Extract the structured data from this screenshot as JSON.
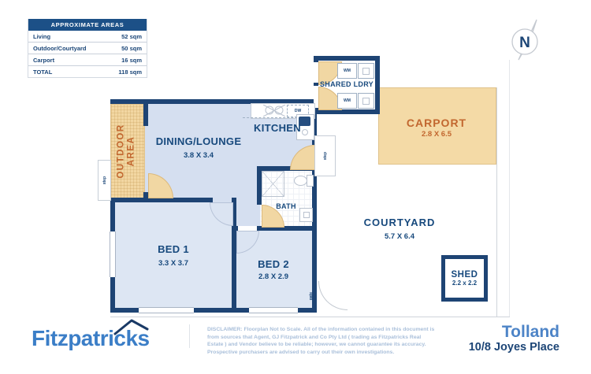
{
  "areas_table": {
    "header": "APPROXIMATE AREAS",
    "rows": [
      {
        "label": "Living",
        "value": "52 sqm"
      },
      {
        "label": "Outdoor/Courtyard",
        "value": "50 sqm"
      },
      {
        "label": "Carport",
        "value": "16 sqm"
      },
      {
        "label": "TOTAL",
        "value": "118 sqm"
      }
    ]
  },
  "compass": {
    "label": "N"
  },
  "plan": {
    "outdoor": {
      "line1": "OUTDOOR",
      "line2": "AREA"
    },
    "dining": {
      "name": "DINING/LOUNGE",
      "dims": "3.8 X 3.4"
    },
    "kitchen": {
      "name": "KITCHEN"
    },
    "laundry": {
      "name": "SHARED LDRY",
      "wm": "WM",
      "dw": "DW"
    },
    "carport": {
      "name": "CARPORT",
      "dims": "2.8 X 6.5"
    },
    "courtyard": {
      "name": "COURTYARD",
      "dims": "5.7 X 6.4"
    },
    "bath": {
      "name": "BATH"
    },
    "bed1": {
      "name": "BED 1",
      "dims": "3.3 X 3.7"
    },
    "bed2": {
      "name": "BED 2",
      "dims": "2.8 X 2.9"
    },
    "shed": {
      "name": "SHED",
      "dims": "2.2 x 2.2"
    },
    "annotations": {
      "step": "step",
      "gate": "gate"
    }
  },
  "footer": {
    "brand": "Fitzpatricks",
    "disclaimer": "DISCLAIMER: Floorplan Not to Scale. All of the information contained in this document is from sources that Agent, GJ Fitzpatrick and Co Pty Ltd ( trading as Fitzpatricks Real Estate ) and Vendor believe to be reliable; however, we cannot guarantee its accuracy. Prospective purchasers are advised to carry out their own investigations.",
    "suburb": "Tolland",
    "address": "10/8 Joyes Place"
  },
  "colors": {
    "wall_navy": "#1e4474",
    "floor_blue": "#d5dff0",
    "tan": "#f2d7a2",
    "accent_orange": "#c2672f",
    "label_navy": "#17497d",
    "table_header_bg": "#1c5087",
    "brand_blue": "#3b7ec7",
    "disclaimer_blue": "#a9bfda",
    "address_navy": "#1c4576"
  }
}
